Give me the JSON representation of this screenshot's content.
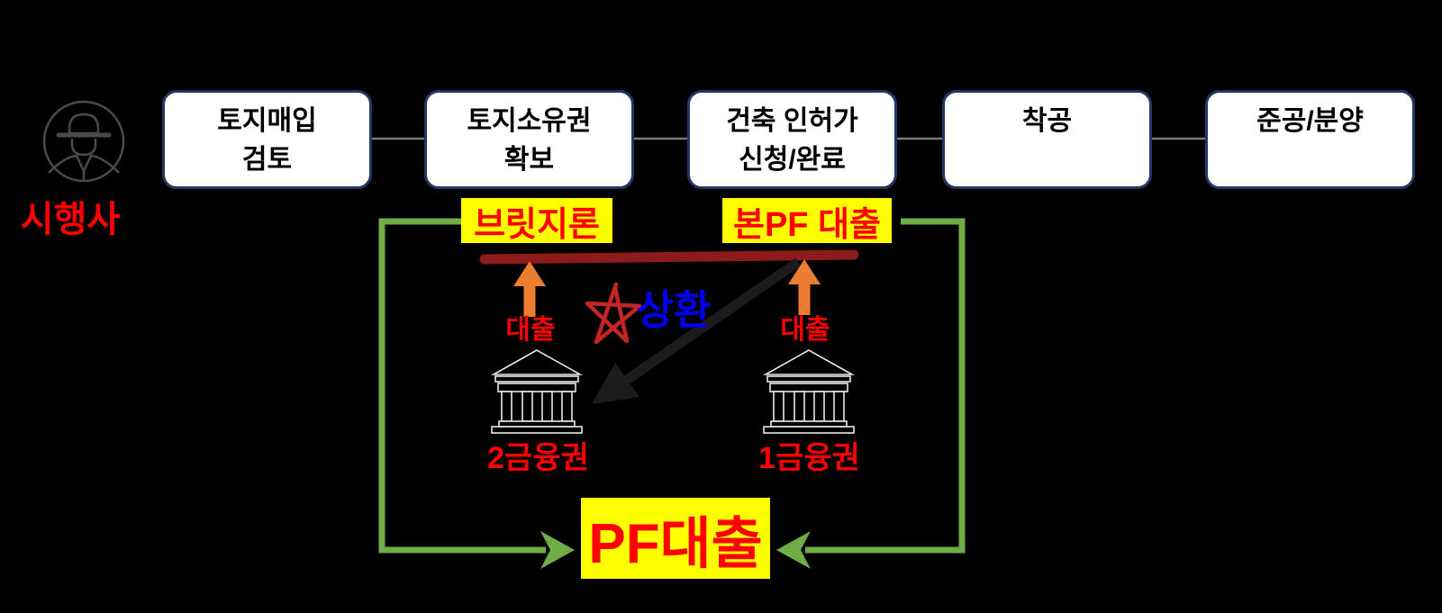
{
  "developer": {
    "label": "시행사"
  },
  "process_steps": [
    {
      "line1": "토지매입",
      "line2": "검토"
    },
    {
      "line1": "토지소유권",
      "line2": "확보"
    },
    {
      "line1": "건축 인허가",
      "line2": "신청/완료"
    },
    {
      "line1": "착공",
      "line2": ""
    },
    {
      "line1": "준공/분양",
      "line2": ""
    }
  ],
  "loans": {
    "bridge_loan_label": "브릿지론",
    "main_pf_loan_label": "본PF 대출"
  },
  "flows": {
    "loan_left": "대출",
    "loan_right": "대출",
    "repayment": "상환"
  },
  "banks": {
    "secondary_label": "2금융권",
    "primary_label": "1금융권"
  },
  "pf_loan_box": {
    "label": "PF대출"
  },
  "colors": {
    "background": "#000000",
    "box_fill": "#ffffff",
    "box_border": "#1f3864",
    "highlight_yellow": "#ffff00",
    "text_red": "#ff0000",
    "flow_green": "#6fad47",
    "arrow_orange": "#ed7d31",
    "loan_term_dark_red": "#8e1b1b",
    "repayment_blue": "#0000ee",
    "repayment_arrow_black": "#1c1c1c",
    "connector_gray": "#7a7a7a",
    "star_red": "#c42525"
  }
}
